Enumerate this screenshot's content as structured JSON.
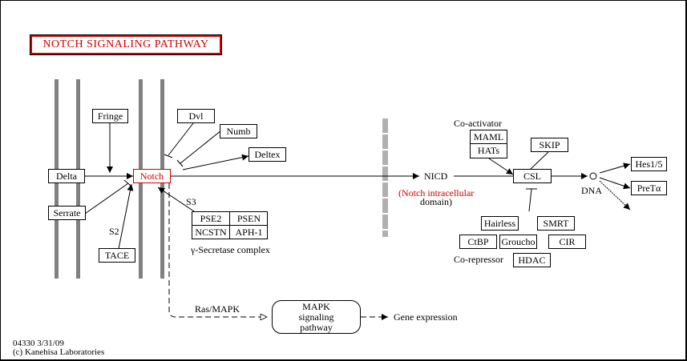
{
  "title": "NOTCH SIGNALING PATHWAY",
  "colors": {
    "title": "#d00000",
    "highlight": "#d00000",
    "membrane": "#808080",
    "nuclear_membrane": "#b0b0b0",
    "line": "#000000"
  },
  "nodes": {
    "fringe": "Fringe",
    "delta": "Delta",
    "notch": "Notch",
    "serrate": "Serrate",
    "tace": "TACE",
    "dvl": "Dvl",
    "numb": "Numb",
    "deltex": "Deltex",
    "pse2": "PSE2",
    "psen": "PSEN",
    "ncstn": "NCSTN",
    "aph1": "APH-1",
    "maml": "MAML",
    "hats": "HATs",
    "skip": "SKIP",
    "csl": "CSL",
    "hes15": "Hes1/5",
    "pretalpha": "PreTα",
    "hairless": "Hairless",
    "smrt": "SMRT",
    "ctbp": "CtBP",
    "groucho": "Groucho",
    "cir": "CIR",
    "hdac": "HDAC",
    "mapk_pathway": "MAPK signaling pathway"
  },
  "labels": {
    "s2": "S2",
    "s3": "S3",
    "gamma_secretase": "γ-Secretase complex",
    "nicd": "NICD",
    "nicd_desc_line1": "(Notch intracellular",
    "nicd_desc_line2": "domain)",
    "coactivator": "Co-activator",
    "corepressor": "Co-repressor",
    "dna": "DNA",
    "ras_mapk": "Ras/MAPK",
    "gene_expression": "Gene expression"
  },
  "footer": {
    "map_id_date": "04330 3/31/09",
    "copyright": "(c) Kanehisa Laboratories"
  }
}
